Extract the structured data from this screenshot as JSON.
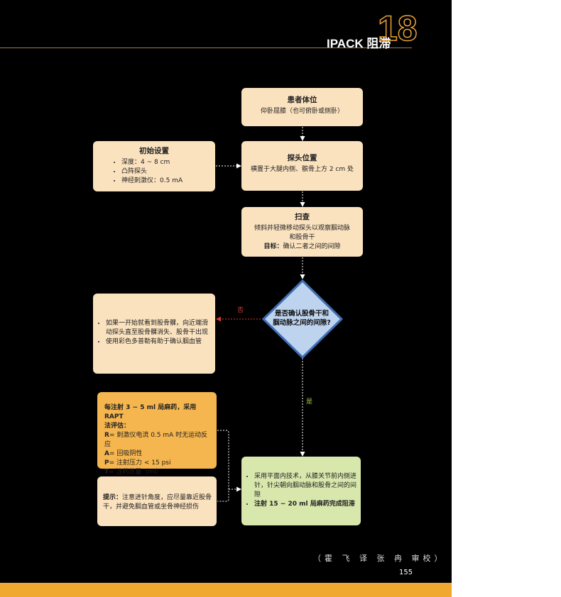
{
  "header": {
    "title": "IPACK 阻滞",
    "chapter_number": "18"
  },
  "colors": {
    "background": "#000000",
    "box_fill": "#fbe2bf",
    "box_highlight": "#f6b64f",
    "box_green": "#d8e7ac",
    "decision_fill": "#bdd3ee",
    "decision_border": "#3f6fb5",
    "no_arrow": "#d63b2f",
    "yes_label": "#9ccc3c",
    "footer": "#f0a830"
  },
  "flow": {
    "patient_position": {
      "title": "患者体位",
      "text": "仰卧屈膝（也可俯卧或侧卧）"
    },
    "initial_setup": {
      "title": "初始设置",
      "items": [
        "深度：4 ~ 8 cm",
        "凸阵探头",
        "神经刺激仪：0.5 mA"
      ]
    },
    "probe_position": {
      "title": "探头位置",
      "text": "横置于大腿内侧、髌骨上方 2 cm 处"
    },
    "scan": {
      "title": "扫查",
      "line1": "倾斜并轻微移动探头以观察腘动脉",
      "line2": "和股骨干",
      "goal_label": "目标：",
      "goal_text": "确认二者之间的间隙"
    },
    "decision": {
      "line1": "是否确认股骨干和",
      "line2": "腘动脉之间的间隙?"
    },
    "no_label": "否",
    "yes_label": "是",
    "no_branch": {
      "items": [
        "如果一开始就看到股骨髁，向近端滑动探头直至股骨髁消失、股骨干出现",
        "使用彩色多普勒有助于确认腘血管"
      ]
    },
    "rapt": {
      "title_line1": "每注射 3 ~ 5 ml 局麻药，采用 RAPT",
      "title_line2": "法评估：",
      "r_key": "R",
      "r_text": "= 刺激仪电流 0.5 mA 时无运动反应",
      "a_key": "A",
      "a_text": "= 回吸阴性",
      "p_key": "P",
      "p_text": "= 注射压力 < 15 psi",
      "t_key": "T",
      "t_text": "= 注药总量（ml）"
    },
    "tip": {
      "label": "提示：",
      "text": "注意进针角度，应尽量靠近股骨干，并避免腘血管或坐骨神经损伤"
    },
    "injection": {
      "item1": "采用平面内技术，从膝关节前内侧进针，针尖朝向腘动脉和股骨之间的间隙",
      "item2": "注射 15 ~ 20 ml 局麻药完成阻滞"
    }
  },
  "footer": {
    "reviewer": "（霍 飞 译  张 冉 审校）",
    "page_number": "155"
  }
}
